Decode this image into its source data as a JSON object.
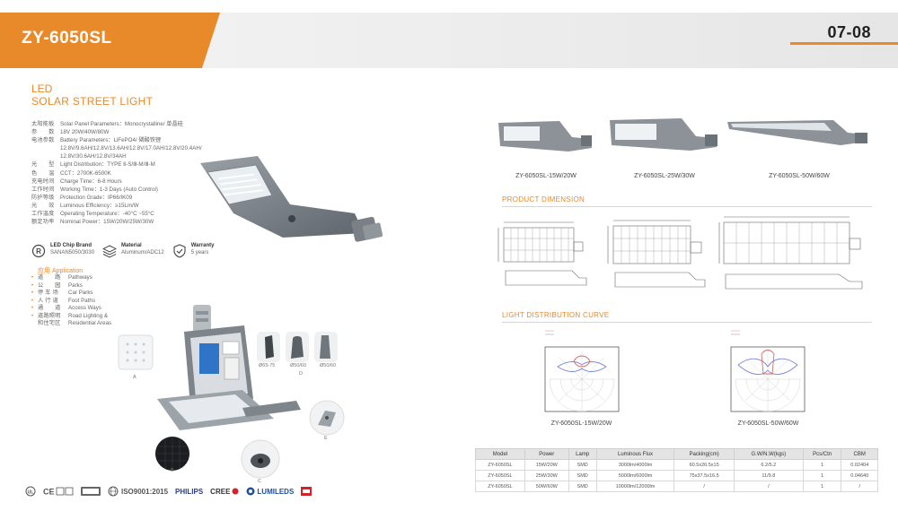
{
  "header": {
    "product_code": "ZY-6050SL",
    "page_number": "07-08",
    "colors": {
      "accent": "#e8892a",
      "band": "#f0f0f0"
    }
  },
  "intro": {
    "led_label": "LED",
    "subtitle": "SOLAR STREET LIGHT"
  },
  "specs": [
    {
      "cn": "太阳能板",
      "text": "Solar Panel Parameters：Monocrystalline/ 单晶硅"
    },
    {
      "cn": "参　　数",
      "text": "18V 20W/40W/80W"
    },
    {
      "cn": "电池参数",
      "text": "Battery Parameters：LiFePO4/ 磷酸铁锂"
    },
    {
      "cn": "",
      "text": "12.8V/9.6AH/12.8V/13.6AH/12.8V/17.0AH/12.8V/20.4AH/"
    },
    {
      "cn": "",
      "text": "12.8V/30.6AH/12.8V/34AH"
    },
    {
      "cn": "光　　型",
      "text": "Light Distribution：TYPE Ⅱ-S/Ⅲ-M/Ⅲ-M"
    },
    {
      "cn": "色　　温",
      "text": "CCT：2700K-6500K"
    },
    {
      "cn": "充电时间",
      "text": "Charge Time：6-8 Hours"
    },
    {
      "cn": "工作时间",
      "text": "Working Time：1-3 Days (Auto Control)"
    },
    {
      "cn": "防护等级",
      "text": "Protection Grade：IP66/IK09"
    },
    {
      "cn": "光　　效",
      "text": "Luminous Efficiency：≥15Lm/W"
    },
    {
      "cn": "工作温度",
      "text": "Operating Temperature：-40°C ~55°C"
    },
    {
      "cn": "额定功率",
      "text": "Nominal Power：15W/20W/25W/30W"
    }
  ],
  "features": [
    {
      "icon": "led-chip-icon",
      "title": "LED Chip Brand",
      "text": "SANAN5050/3030"
    },
    {
      "icon": "material-layers-icon",
      "title": "Material",
      "text": "Aluminum/ADC12"
    },
    {
      "icon": "warranty-shield-icon",
      "title": "Warranty",
      "text": "5 years"
    }
  ],
  "application": {
    "title": "应用 Application",
    "items": [
      {
        "cn": "道　　路",
        "en": "Pathways"
      },
      {
        "cn": "公　　园",
        "en": "Parks"
      },
      {
        "cn": "停 车 场",
        "en": "Car Parks"
      },
      {
        "cn": "人 行 道",
        "en": "Foot Paths"
      },
      {
        "cn": "通　　道",
        "en": "Access Ways"
      },
      {
        "cn": "道路照明",
        "en": "Road Lighting &"
      },
      {
        "cn": "和住宅区",
        "en": "Residential Areas"
      }
    ]
  },
  "parts": {
    "label_a": "A",
    "label_b": "B",
    "label_c": "C",
    "label_d": "D",
    "label_e": "E",
    "diameters": [
      "Ø65-75",
      "Ø50/60",
      "Ø50/60"
    ]
  },
  "variants": [
    {
      "caption": "ZY-6050SL-15W/20W"
    },
    {
      "caption": "ZY-6050SL-25W/30W"
    },
    {
      "caption": "ZY-6050SL-50W/60W"
    }
  ],
  "dimension": {
    "title": "PRODUCT DIMENSION"
  },
  "distribution": {
    "title": "LIGHT DISTRIBUTION CURVE",
    "curves": [
      {
        "caption": "ZY-6050SL-15W/20W"
      },
      {
        "caption": "ZY-6050SL-50W/60W"
      }
    ]
  },
  "table": {
    "headers": [
      "Model",
      "Power",
      "Lamp",
      "Luminous Flux",
      "Packing(cm)",
      "G.W/N.W(kgs)",
      "Pcs/Ctn",
      "CBM"
    ],
    "rows": [
      [
        "ZY-6050SL",
        "15W/20W",
        "SMD",
        "3000lm/4000lm",
        "60.5x26.5x15",
        "6.2/5.2",
        "1",
        "0.02404"
      ],
      [
        "ZY-6050SL",
        "25W/30W",
        "SMD",
        "5000lm/6000lm",
        "75x37.5x16.5",
        "11/9.8",
        "1",
        "0.04640"
      ],
      [
        "ZY-6050SL",
        "50W/60W",
        "SMD",
        "10000lm/12000lm",
        "/",
        "/",
        "1",
        "/"
      ]
    ]
  },
  "footer": {
    "iso": "ISO9001:2015",
    "brands": [
      "PHILIPS",
      "CREE",
      "LUMILEDS"
    ]
  }
}
